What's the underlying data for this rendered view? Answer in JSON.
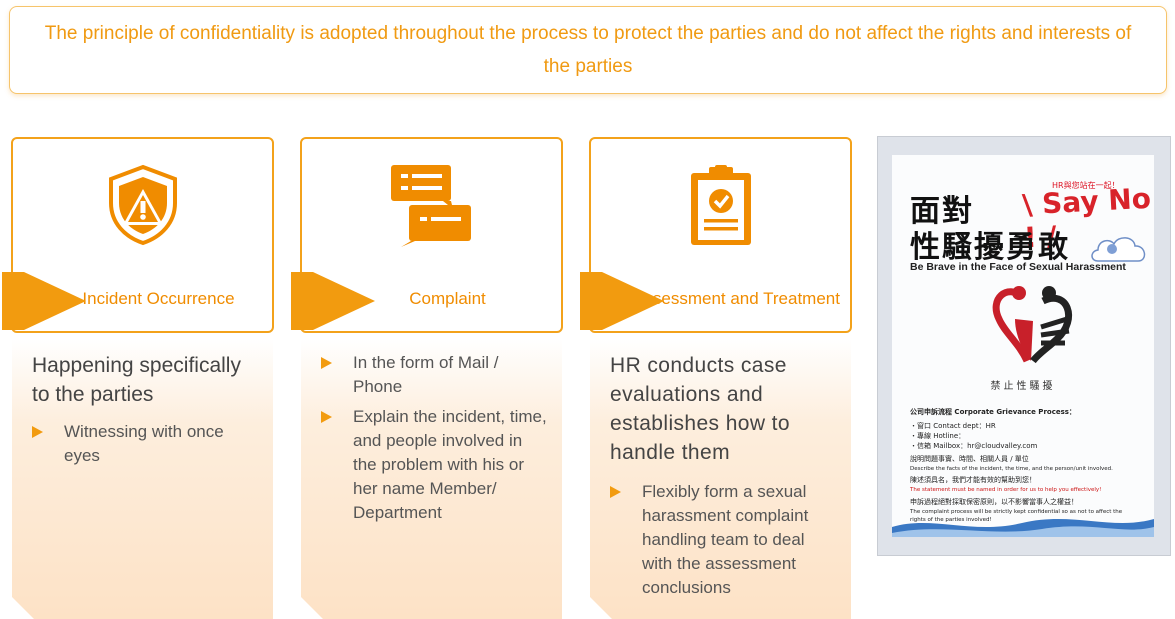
{
  "notice": {
    "text": "The principle of confidentiality is adopted throughout the process to protect the parties and do not affect the rights and interests of the parties"
  },
  "steps": [
    {
      "title": "Incident Occurrence",
      "icon": "shield-warning-icon",
      "desc_title": "Happening specifically to the parties",
      "bullets": [
        "Witnessing with once eyes"
      ]
    },
    {
      "title": "Complaint",
      "icon": "chat-bubbles-icon",
      "bullets": [
        "In the form of Mail / Phone",
        "Explain the incident, time, and people involved in the problem with his or her name Member/ Department"
      ]
    },
    {
      "title": "Assessment and Treatment",
      "icon": "clipboard-check-icon",
      "desc_title": "HR conducts case evaluations and establishes how to handle them",
      "bullets": [
        "Flexibly form a sexual harassment complaint handling team to deal with the assessment conclusions"
      ]
    }
  ],
  "poster": {
    "hr_tagline": "HR與您站在一起！",
    "say_no": "\\ Say No ! /",
    "title_cn_1": "面對",
    "title_cn_2": "性騷擾勇敢",
    "subtitle": "Be Brave in the Face of Sexual Harassment",
    "brand": "禁止性騷擾",
    "process_title": "公司申訴流程 Corporate Grievance Process：",
    "lines": [
      "・窗口 Contact dept：HR",
      "・專線 Hotline：",
      "・信箱 Mailbox：hr@cloudvalley.com",
      "說明問題事實、時間、相關人員 / 單位",
      "Describe the facts of the incident, the time, and the person/unit involved.",
      "陳述須具名，我們才能有效的幫助到您！",
      "The statement must be named in order for us to help you effectively!",
      "申訴過程絕對採取保密原則，以不影響當事人之權益！",
      "The complaint process will be strictly kept confidential so as not to affect the",
      "rights of the parties involved!"
    ]
  },
  "colors": {
    "accent": "#f29b0f",
    "text_orange": "#f08c00",
    "poster_red": "#d8232a"
  }
}
